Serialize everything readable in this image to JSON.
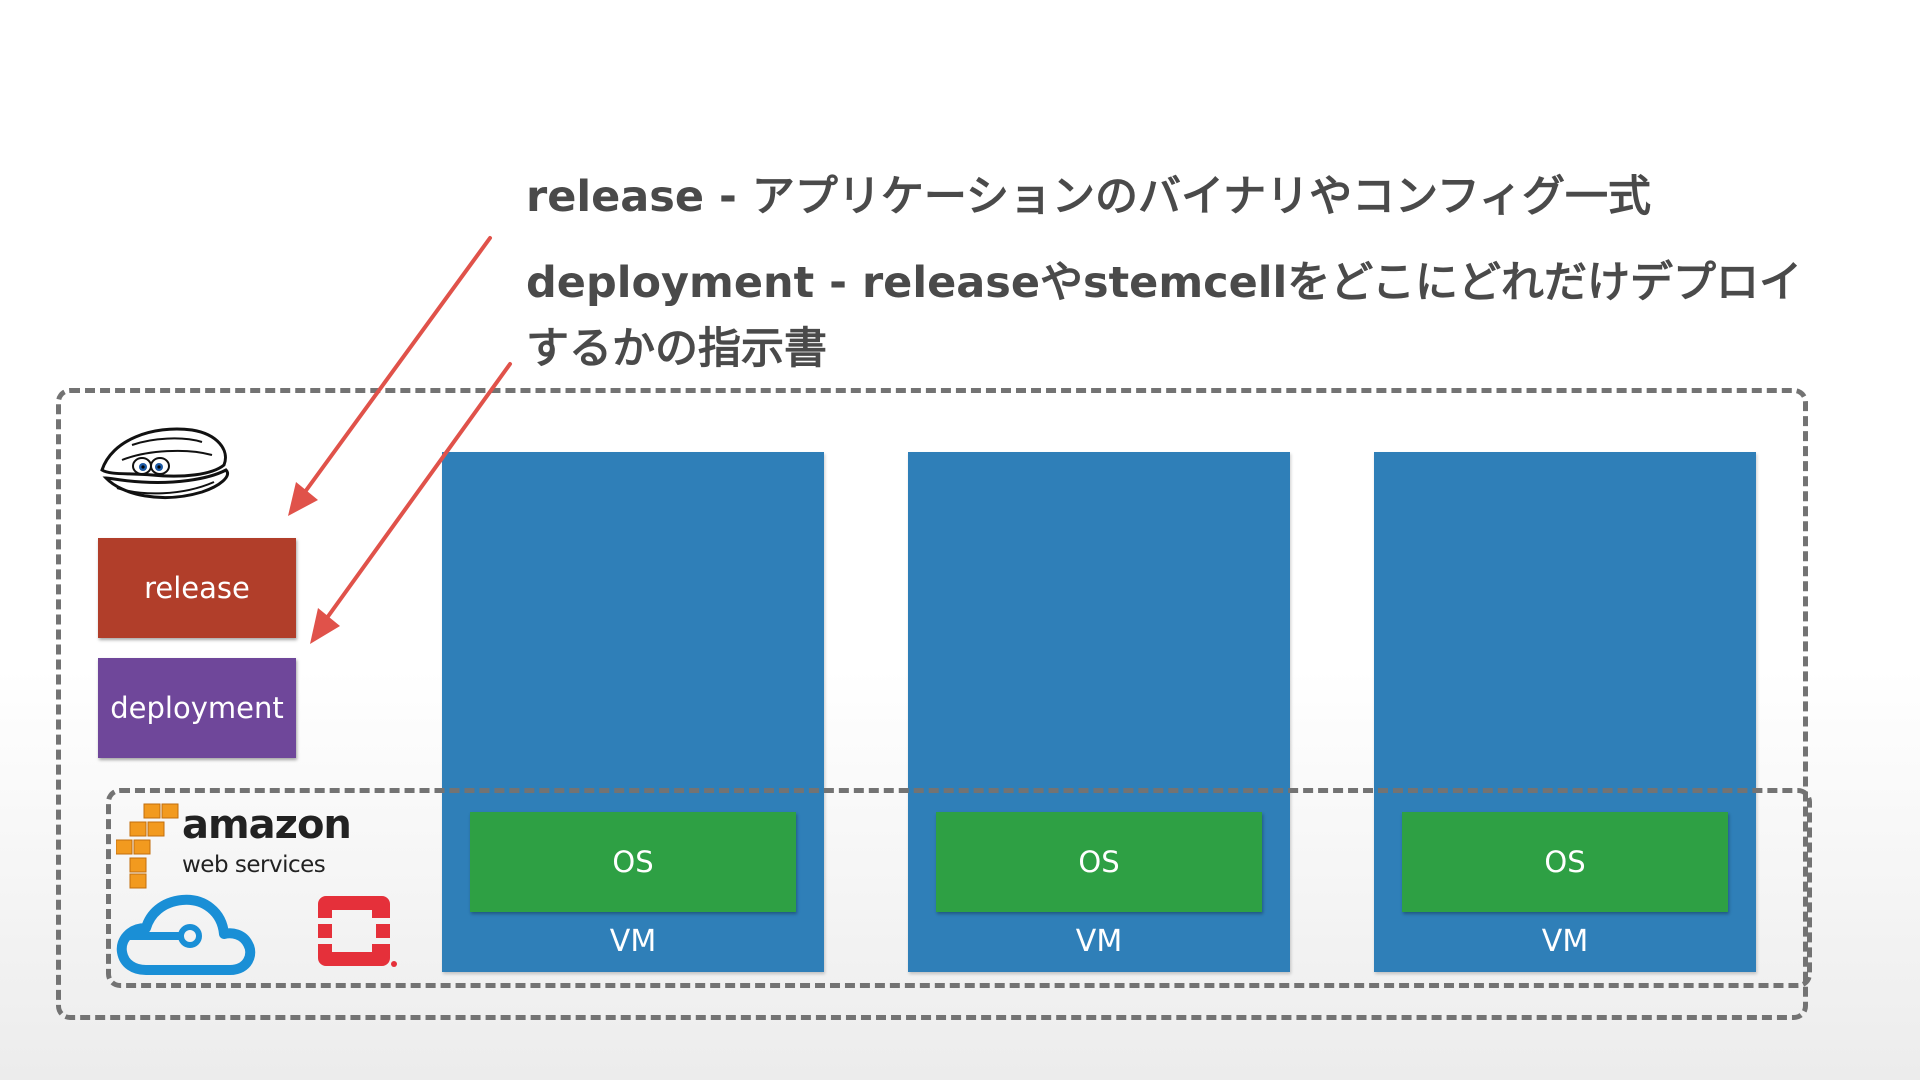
{
  "title": {
    "line1": "release - アプリケーションのバイナリやコンフィグ一式",
    "line2": "deployment - releaseやstemcellをどこにどれだけデプロイ",
    "line3": "するかの指示書"
  },
  "boxes": {
    "release": "release",
    "deployment": "deployment"
  },
  "providers": {
    "aws_line1": "amazon",
    "aws_line2": "web services"
  },
  "vms": [
    {
      "os_label": "OS",
      "vm_label": "VM"
    },
    {
      "os_label": "OS",
      "vm_label": "VM"
    },
    {
      "os_label": "OS",
      "vm_label": "VM"
    }
  ],
  "colors": {
    "release": "#b13e2a",
    "deployment": "#6f479a",
    "vm": "#2f7fb8",
    "os": "#2ea044",
    "arrow": "#e0524a",
    "dash": "#737373"
  },
  "icons": [
    "bosh-clam-mascot-icon",
    "aws-logo",
    "azure-cloud-icon",
    "openstack-icon",
    "red-arrow-icon"
  ]
}
